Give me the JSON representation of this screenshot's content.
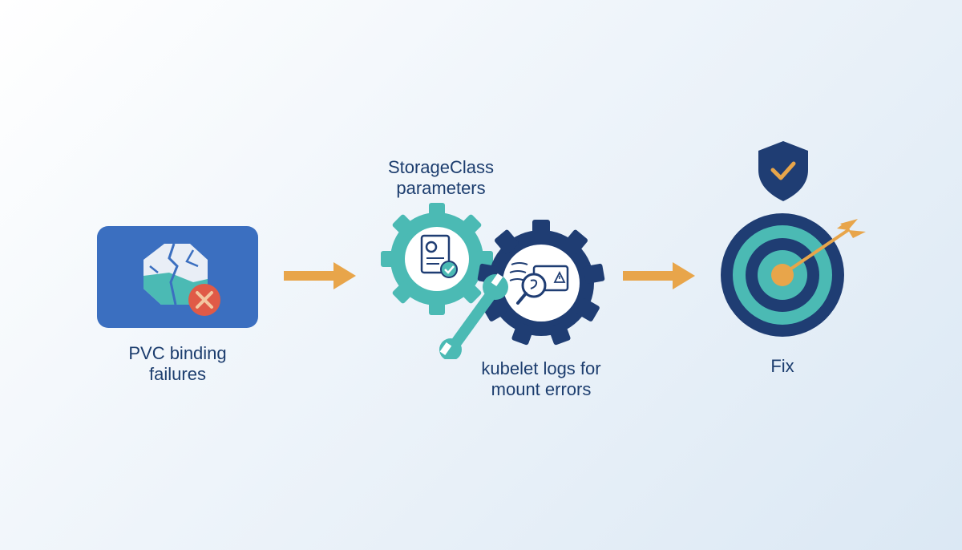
{
  "steps": {
    "problem": {
      "label": "PVC binding\nfailures"
    },
    "storageclass": {
      "label": "StorageClass\nparameters"
    },
    "kubelet": {
      "label": "kubelet logs for\nmount errors"
    },
    "fix": {
      "label": "Fix"
    }
  },
  "icons": {
    "problem": "broken-volume-error-icon",
    "storageclass": "gear-document-check-icon",
    "kubelet": "gear-log-magnifier-icon",
    "wrench": "wrench-icon",
    "arrow": "right-arrow-icon",
    "shield": "shield-check-icon",
    "target": "target-arrow-icon"
  },
  "colors": {
    "navy": "#1f3d73",
    "blue": "#3b6fc0",
    "teal": "#4bbab4",
    "orange": "#e8a54a",
    "red": "#e05a47",
    "text": "#1c3d6e"
  }
}
